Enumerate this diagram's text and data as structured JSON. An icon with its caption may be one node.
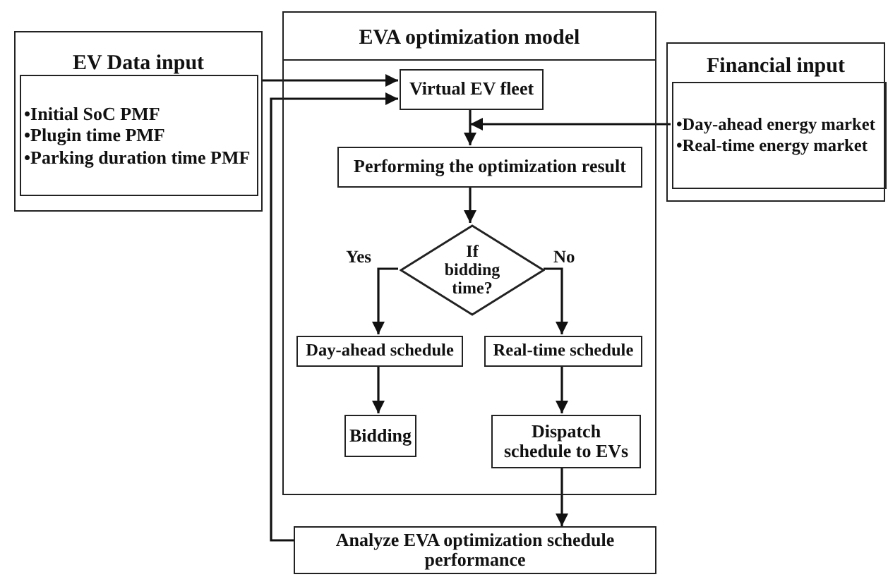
{
  "diagram": {
    "nodes": [
      {
        "text": [
          "EV Data input"
        ]
      },
      {
        "text": [
          "•Initial  SoC PMF",
          "•Plugin time PMF",
          "•Parking duration time PMF"
        ],
        "in": 0
      },
      {
        "text": [
          "EVA optimization model"
        ]
      },
      {
        "text": [
          "Virtual EV fleet"
        ],
        "in": 2
      },
      {
        "text": [
          "Performing the optimization result"
        ],
        "in": 2
      },
      {
        "text": [
          "If bidding time?"
        ],
        "in": 2
      },
      {
        "text": [
          "Day-ahead schedule"
        ],
        "in": 2
      },
      {
        "text": [
          "Real-time schedule"
        ],
        "in": 2
      },
      {
        "text": [
          "Bidding"
        ],
        "in": 2
      },
      {
        "text": [
          "Dispatch schedule to EVs"
        ],
        "in": 2
      },
      {
        "text": [
          "Financial input"
        ]
      },
      {
        "text": [
          "•Day-ahead energy market",
          "•Real-time energy market"
        ],
        "in": 10
      },
      {
        "text": [
          "Analyze EVA optimization schedule performance"
        ]
      }
    ],
    "edges": [
      {
        "from": 0,
        "to": 3,
        "arrow": "to"
      },
      {
        "from": 12,
        "to": 3,
        "arrow": "to"
      },
      {
        "from": 11,
        "to": 4,
        "arrow": "to"
      },
      {
        "from": 3,
        "to": 4,
        "arrow": "to"
      },
      {
        "from": 4,
        "to": 5,
        "arrow": "to"
      },
      {
        "from": 5,
        "to": 6,
        "arrow": "to",
        "label": "Yes"
      },
      {
        "from": 5,
        "to": 7,
        "arrow": "to",
        "label": "No"
      },
      {
        "from": 6,
        "to": 8,
        "arrow": "to"
      },
      {
        "from": 7,
        "to": 9,
        "arrow": "to"
      },
      {
        "from": 9,
        "to": 12,
        "arrow": "to"
      }
    ]
  }
}
